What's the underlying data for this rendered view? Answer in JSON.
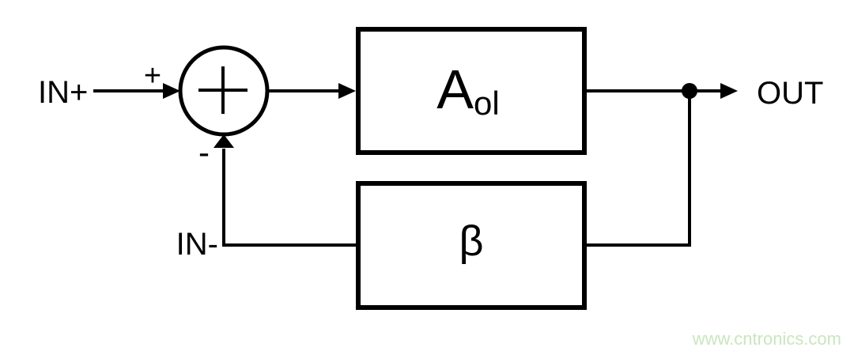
{
  "diagram": {
    "type": "negative-feedback-amplifier-block-diagram",
    "labels": {
      "input_pos": "IN+",
      "input_neg": "IN-",
      "output": "OUT",
      "sum_plus": "+",
      "sum_minus": "-",
      "forward_gain_main": "A",
      "forward_gain_subscript": "ol",
      "feedback_gain": "β"
    },
    "colors": {
      "line": "#000000",
      "background": "#ffffff",
      "watermark": "#c9e6bf"
    }
  },
  "watermark": {
    "text": "www.cntronics.com"
  }
}
